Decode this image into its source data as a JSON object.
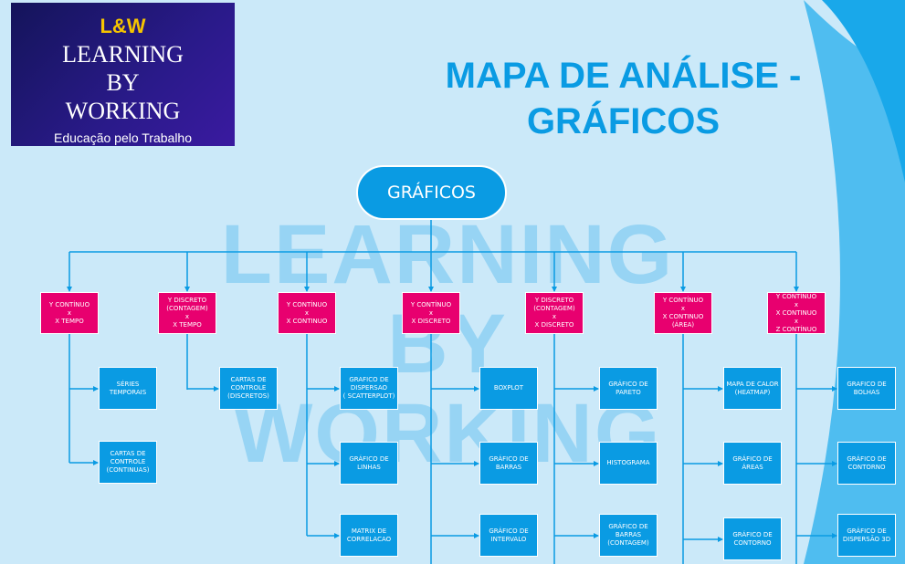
{
  "logo": {
    "short": "L&W",
    "line1": "LEARNING",
    "line2": "BY",
    "line3": "WORKING",
    "tagline": "Educação pelo Trabalho"
  },
  "title": {
    "line1": "MAPA DE ANÁLISE -",
    "line2": "GRÁFICOS"
  },
  "watermark": {
    "line1": "LEARNING",
    "line2": "BY",
    "line3": "WORKING"
  },
  "root": "GRÁFICOS",
  "colors": {
    "root": "#0a9be3",
    "category": "#e8006f",
    "chart": "#0a9be3",
    "background": "#cbe9f9"
  },
  "categories": [
    {
      "label": "Y CONTÍNUO\nx\nX TEMPO",
      "charts": [
        "SÉRIES\nTEMPORAIS",
        "CARTAS DE\nCONTROLE\n(CONTINUAS)"
      ]
    },
    {
      "label": "Y DISCRETO\n(CONTAGEM)\nx\nX TEMPO",
      "charts": [
        "CARTAS DE\nCONTROLE\n(DISCRETOS)"
      ]
    },
    {
      "label": "Y CONTÍNUO\nx\nX CONTINUO",
      "charts": [
        "GRAFICO DE\nDISPERSAO\n( SCATTERPLOT)",
        "GRÁFICO DE\nLINHAS",
        "MATRIX DE\nCORRELACAO"
      ]
    },
    {
      "label": "Y CONTÍNUO\nx\nX  DISCRETO",
      "charts": [
        "BOXPLOT",
        "GRÁFICO DE\nBARRAS",
        "GRÁFICO DE\nINTERVALO"
      ]
    },
    {
      "label": "Y DISCRETO\n(CONTAGEM)\nx\nX  DISCRETO",
      "charts": [
        "GRÁFICO DE\nPARETO",
        "HISTOGRAMA",
        "GRÁFICO DE\nBARRAS\n(CONTAGEM)"
      ]
    },
    {
      "label": "Y CONTÍNUO\nx\nX CONTINUO\n(ÁREA)",
      "charts": [
        "MAPA DE CALOR\n(HEATMAP)",
        "GRÁFICO DE\nÁREAS",
        "GRÁFICO DE\nCONTORNO"
      ]
    },
    {
      "label": "Y CONTÍNUO\nx\nX CONTINUO\nx\nZ CONTÍNUO",
      "charts": [
        "GRAFICO DE\nBOLHAS",
        "GRÁFICO DE\nCONTORNO",
        "GRÁFICO DE\nDISPERSÃO 3D"
      ]
    }
  ]
}
